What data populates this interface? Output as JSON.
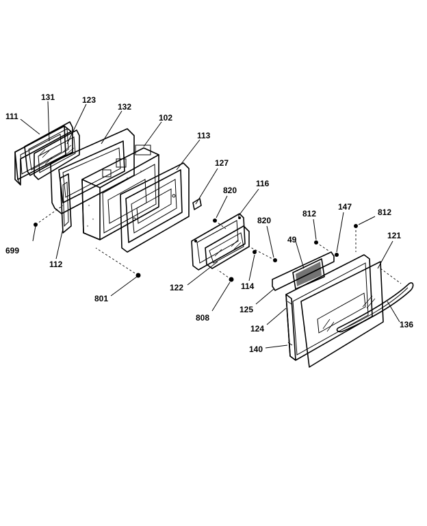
{
  "labels": {
    "l111": "111",
    "l131": "131",
    "l123": "123",
    "l132": "132",
    "l102": "102",
    "l113": "113",
    "l127": "127",
    "l820a": "820",
    "l116": "116",
    "l820b": "820",
    "l812a": "812",
    "l147": "147",
    "l812b": "812",
    "l49": "49",
    "l121": "121",
    "l699": "699",
    "l112": "112",
    "l122": "122",
    "l114": "114",
    "l125": "125",
    "l801": "801",
    "l808": "808",
    "l124": "124",
    "l136": "136",
    "l140": "140"
  }
}
